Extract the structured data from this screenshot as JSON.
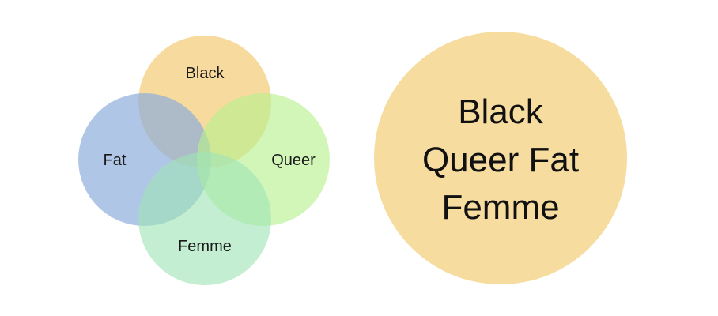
{
  "venn": {
    "circles": [
      {
        "id": "black",
        "label": "Black",
        "color": "#F3CD7E"
      },
      {
        "id": "fat",
        "label": "Fat",
        "color": "#8FAEDC"
      },
      {
        "id": "queer",
        "label": "Queer",
        "color": "#B6F08C"
      },
      {
        "id": "femme",
        "label": "Femme",
        "color": "#9FE3B6"
      }
    ]
  },
  "combined": {
    "lines": [
      "Black",
      "Queer Fat",
      "Femme"
    ],
    "color": "#F6D68F"
  }
}
